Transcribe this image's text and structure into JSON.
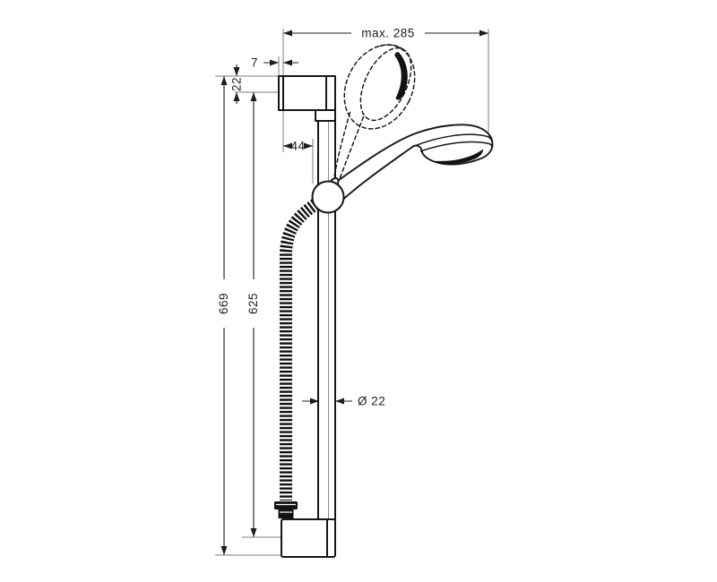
{
  "drawing": {
    "background": "#ffffff",
    "line_color": "#161616",
    "dimension_color": "#1d1d1d",
    "extension_color": "#7d7d7d",
    "dimensions": {
      "max_width": "max. 285",
      "plate_thickness": "7",
      "bracket_height": "22",
      "wall_to_bar": "44",
      "overall_height": "669",
      "bar_length": "625",
      "bar_diameter": "Ø 22"
    }
  }
}
